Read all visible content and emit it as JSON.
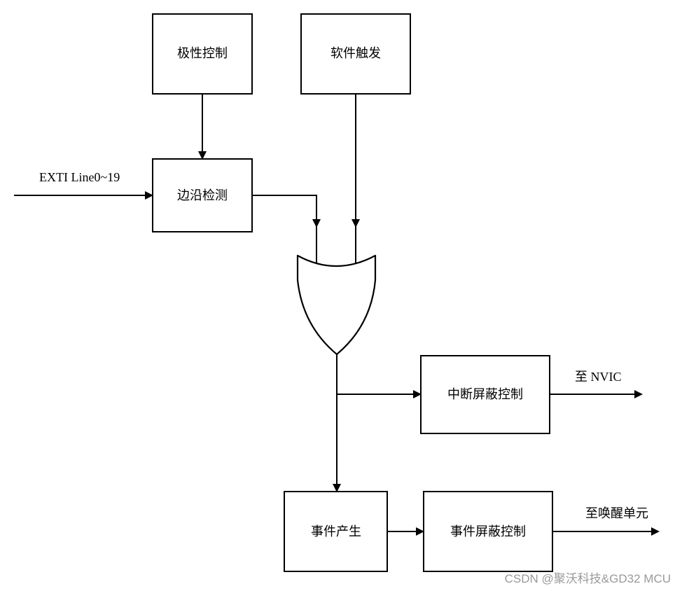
{
  "diagram": {
    "boxes": {
      "polarity_control": "极性控制",
      "software_trigger": "软件触发",
      "edge_detect": "边沿检测",
      "interrupt_mask": "中断屏蔽控制",
      "event_generate": "事件产生",
      "event_mask": "事件屏蔽控制"
    },
    "labels": {
      "exti_input": "EXTI Line0~19",
      "to_nvic": "至 NVIC",
      "to_wakeup": "至唤醒单元"
    },
    "gate_type": "OR"
  },
  "watermark": "CSDN @聚沃科技&GD32 MCU",
  "colors": {
    "stroke": "#000000",
    "background": "#ffffff",
    "watermark": "#9a9a9a"
  }
}
